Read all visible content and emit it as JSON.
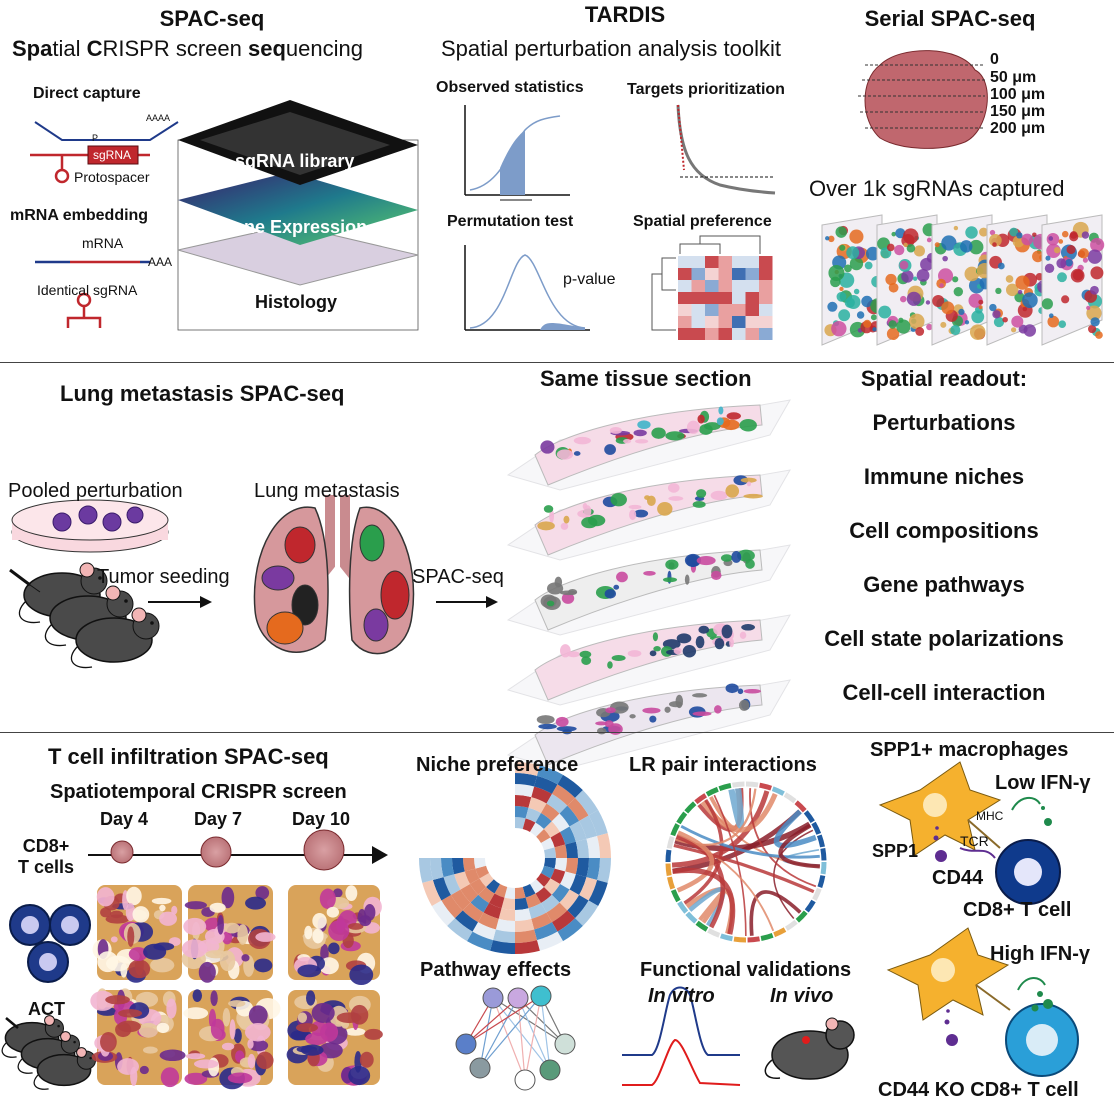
{
  "top": {
    "spac": {
      "title": "SPAC-seq",
      "subtitle_parts": [
        {
          "t": "Spa",
          "b": true
        },
        {
          "t": "tial ",
          "b": false
        },
        {
          "t": "C",
          "b": true
        },
        {
          "t": "RISPR screen ",
          "b": false
        },
        {
          "t": "seq",
          "b": true
        },
        {
          "t": "uencing",
          "b": false
        }
      ],
      "direct_capture": "Direct capture",
      "aaaa": "AAAA",
      "p_mark": "P",
      "sgrna_box": "sgRNA",
      "protospacer": "Protospacer",
      "mrna_embedding": "mRNA embedding",
      "mrna": "mRNA",
      "aaa": "AAA",
      "identical_sgrna": "Identical sgRNA",
      "layers": [
        "sgRNA library",
        "Gene Expression",
        "Histology"
      ]
    },
    "tardis": {
      "title": "TARDIS",
      "subtitle": "Spatial perturbation analysis toolkit",
      "observed": "Observed statistics",
      "targets": "Targets prioritization",
      "permutation": "Permutation test",
      "pvalue": "p-value",
      "spatial_pref": "Spatial preference"
    },
    "serial": {
      "title": "Serial SPAC-seq",
      "depths": [
        "0",
        "50 μm",
        "100 μm",
        "150 μm",
        "200 μm"
      ],
      "captured": "Over 1k sgRNAs captured"
    }
  },
  "middle": {
    "title": "Lung metastasis SPAC-seq",
    "pooled": "Pooled perturbation",
    "lung_met": "Lung metastasis",
    "tumor_seeding": "Tumor seeding",
    "spac_seq": "SPAC-seq",
    "same_tissue": "Same tissue section",
    "readout_title": "Spatial readout:",
    "readouts": [
      "Perturbations",
      "Immune niches",
      "Cell compositions",
      "Gene pathways",
      "Cell state polarizations",
      "Cell-cell interaction"
    ]
  },
  "bottom": {
    "title": "T cell infiltration SPAC-seq",
    "subtitle": "Spatiotemporal CRISPR screen",
    "days": [
      "Day 4",
      "Day 7",
      "Day 10"
    ],
    "cd8": "CD8+\nT cells",
    "act": "ACT",
    "niche": "Niche preference",
    "pathway": "Pathway effects",
    "lr": "LR pair interactions",
    "functional": "Functional validations",
    "in_vitro": "In vitro",
    "in_vivo": "In vivo",
    "spp1_mac": "SPP1+ macrophages",
    "low_ifn": "Low IFN-γ",
    "mhc": "MHC",
    "tcr": "TCR",
    "spp1": "SPP1",
    "cd44": "CD44",
    "cd8_tcell": "CD8+ T cell",
    "high_ifn": "High IFN-γ",
    "cd44ko": "CD44 KO CD8+ T cell"
  },
  "colors": {
    "sgrna_red": "#c0272d",
    "mrna_blue": "#1f3a8a",
    "tumor_pink": "#c98b8f",
    "macrophage": "#f5b12e",
    "tcell_dark": "#0f3a8c",
    "tcell_light": "#2a9fd8",
    "chart_blue": "#7d9cc9",
    "spp1_purple": "#5e2d91",
    "ifn_green": "#1f8a4c"
  }
}
